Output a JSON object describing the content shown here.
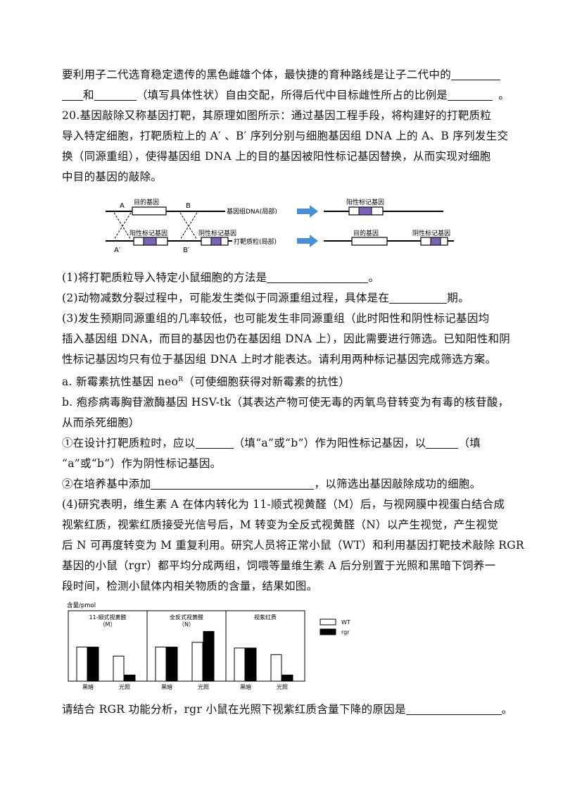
{
  "text": {
    "l1": "要利用子二代选育稳定遗传的黑色雌雄个体，最快捷的育种路线是让子二代中的",
    "l2a": "和",
    "l2b": "（填写具体性状）自由交配，所得后代中目标雌性所占的比例是",
    "l2c": "。",
    "q20_1": "20.基因敲除又称基因打靶，其原理如图所示：通过基因工程手段，将构建好的打靶质粒",
    "q20_2": "导入特定细胞，打靶质粒上的 A′ 、B′ 序列分别与细胞基因组 DNA 上的 A、B 序列发生交",
    "q20_3": "换（同源重组），使得基因组 DNA 上的目的基因被阳性标记基因替换，从而实现对细胞",
    "q20_4": "中目的基因的敲除。",
    "p1a": "(1)将打靶质粒导入特定小鼠细胞的方法是",
    "p1b": "。",
    "p2a": "(2)动物减数分裂过程中，可能发生类似于同源重组过程，具体是在",
    "p2b": "期。",
    "p3_1": "(3)发生预期同源重组的几率较低，也可能发生非同源重组（此时阳性和阴性标记基因均",
    "p3_2": "插入基因组 DNA，而目的基因也仍在基因组 DNA 上），因此需要进行筛选。已知阳性和阴",
    "p3_3": "性标记基因均只有位于基因组 DNA 上时才能表达。请利用两种标记基因完成筛选方案。",
    "pa1": "a. 新霉素抗性基因 neo",
    "pa_sup": "R",
    "pa2": "（可使细胞获得对新霉素的抗性）",
    "pb_1": "b. 疱疹病毒胸苷激酶基因 HSV-tk（其表达产物可使无毒的丙氧鸟苷转变为有毒的核苷酸，",
    "pb_2": "从而杀死细胞）",
    "c1a": "①在设计打靶质粒时，应以",
    "c1b": "（填“a”或“b”）作为阳性标记基因，以",
    "c1c": "（填",
    "c1d": "“a”或“b”）作为阴性标记基因。",
    "c2a": "②在培养基中添加",
    "c2b": "，以筛选出基因敲除成功的细胞。",
    "p4_1": "(4)研究表明，维生素 A 在体内转化为 11-顺式视黄醛（M）后，与视网膜中视蛋白结合成",
    "p4_2": "视紫红质，视紫红质接受光信号后，M 转变为全反式视黄醛（N）以产生视觉，产生视觉",
    "p4_3": "后 N 可再度转变为 M 重复利用。研究人员将正常小鼠（WT）和利用基因打靶技术敲除 RGR",
    "p4_4": "基因的小鼠（rgr）都平均分成两组，饲喂等量维生素 A 后分别置于光照和黑暗下饲养一",
    "p4_5": "段时间，检测小鼠体内相关物质的含量，结果如图。",
    "last_a": "请结合 RGR 功能分析，rgr 小鼠在光照下视紫红质含量下降的原因是",
    "last_b": "。"
  },
  "diagram": {
    "label_A": "A",
    "label_B": "B",
    "label_Ap": "A′",
    "label_Bp": "B′",
    "target_gene": "目的基因",
    "genomic_dna": "基因组DNA(局部)",
    "positive_marker": "阳性标记基因",
    "negative_marker": "阴性标记基因",
    "plasmid": "打靶质粒(局部)",
    "result_positive": "阳性标记基因",
    "result_target": "目的基因",
    "result_negative": "阴性标记基因",
    "colors": {
      "marker_fill": "#7b63b8",
      "arrow": "#4a90d0"
    }
  },
  "chart_data": {
    "type": "bar",
    "ylabel": "含量/pmol",
    "panels": [
      {
        "title": "11-顺式视黄醛",
        "subtitle": "（M）"
      },
      {
        "title": "全反式视黄醛",
        "subtitle": "（N）"
      },
      {
        "title": "视紫红质",
        "subtitle": ""
      }
    ],
    "categories": [
      "黑暗",
      "光照"
    ],
    "series": [
      {
        "name": "WT",
        "color": "#ffffff",
        "values": [
          [
            0.72,
            0.53
          ],
          [
            0.72,
            0.82
          ],
          [
            0.7,
            0.56
          ]
        ]
      },
      {
        "name": "rgr",
        "color": "#000000",
        "values": [
          [
            0.72,
            0.13
          ],
          [
            0.72,
            1.05
          ],
          [
            0.7,
            0.13
          ]
        ]
      }
    ]
  }
}
